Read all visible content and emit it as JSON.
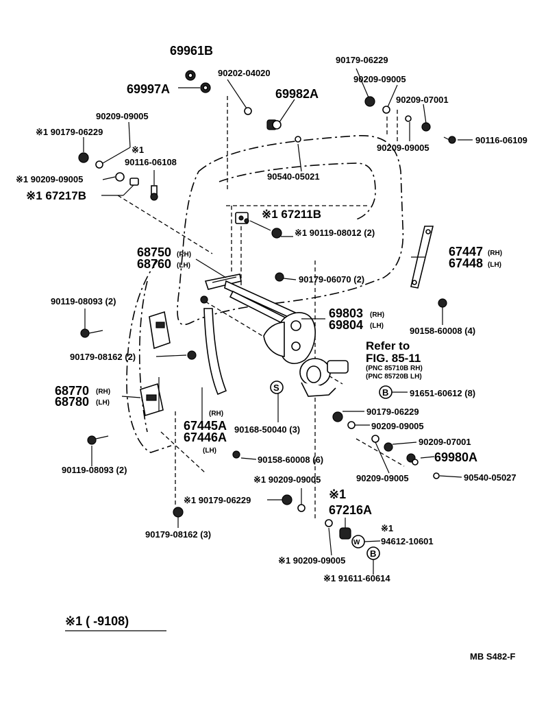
{
  "labels": {
    "p69961B": "69961B",
    "p69997A": "69997A",
    "p90202_04020": "90202-04020",
    "p69982A": "69982A",
    "p90179_06229_top": "90179-06229",
    "p90209_09005_top": "90209-09005",
    "p90209_07001_top": "90209-07001",
    "p90209_09005_left": "90209-09005",
    "p90179_06229_left": "※1 90179-06229",
    "p_star1_a": "※1",
    "p90116_06108": "90116-06108",
    "p90209_09005_star": "※1 90209-09005",
    "p67217B": "※1 67217B",
    "p90540_05021": "90540-05021",
    "p90209_09005_right": "90209-09005",
    "p90116_06109": "90116-06109",
    "p67211B": "※1 67211B",
    "p90119_08012": "※1 90119-08012 (2)",
    "p68750": "68750",
    "p68760": "68760",
    "rh1": "(RH)",
    "lh1": "(LH)",
    "p67447": "67447",
    "p67448": "67448",
    "rh2": "(RH)",
    "lh2": "(LH)",
    "p90179_06070": "90179-06070 (2)",
    "p90119_08093_a": "90119-08093 (2)",
    "p69803": "69803",
    "p69804": "69804",
    "rh3": "(RH)",
    "lh3": "(LH)",
    "p90158_60008_4": "90158-60008 (4)",
    "refer_to": "Refer to",
    "fig": "FIG. 85-11",
    "pnc1": "(PNC 85710B RH)",
    "pnc2": "(PNC 85720B LH)",
    "p90179_08162_2": "90179-08162 (2)",
    "p68770": "68770",
    "p68780": "68780",
    "rh4": "(RH)",
    "lh4": "(LH)",
    "p91651_60612": "91651-60612 (8)",
    "rh5": "(RH)",
    "p67445A": "67445A",
    "p67446A": "67446A",
    "lh5": "(LH)",
    "p90168_50040": "90168-50040 (3)",
    "p90179_06229_mid": "90179-06229",
    "p90209_09005_mid": "90209-09005",
    "p90209_07001_mid": "90209-07001",
    "p69980A": "69980A",
    "p90119_08093_b": "90119-08093 (2)",
    "p90158_60008_6": "90158-60008 (6)",
    "p90209_09005_low": "90209-09005",
    "p90540_05027": "90540-05027",
    "p90209_09005_star2": "※1 90209-09005",
    "p90179_06229_star": "※1 90179-06229",
    "p_star1_b": "※1",
    "p67216A": "67216A",
    "p90179_08162_3": "90179-08162 (3)",
    "p_star1_c": "※1",
    "p94612_10601": "94612-10601",
    "p90209_09005_star3": "※1 90209-09005",
    "p91611_60614": "※1 91611-60614",
    "footnote": "※1 (       -9108)",
    "code": "MB  S482-F",
    "sym_s": "S",
    "sym_b1": "B",
    "sym_b2": "B",
    "sym_w": "W"
  }
}
